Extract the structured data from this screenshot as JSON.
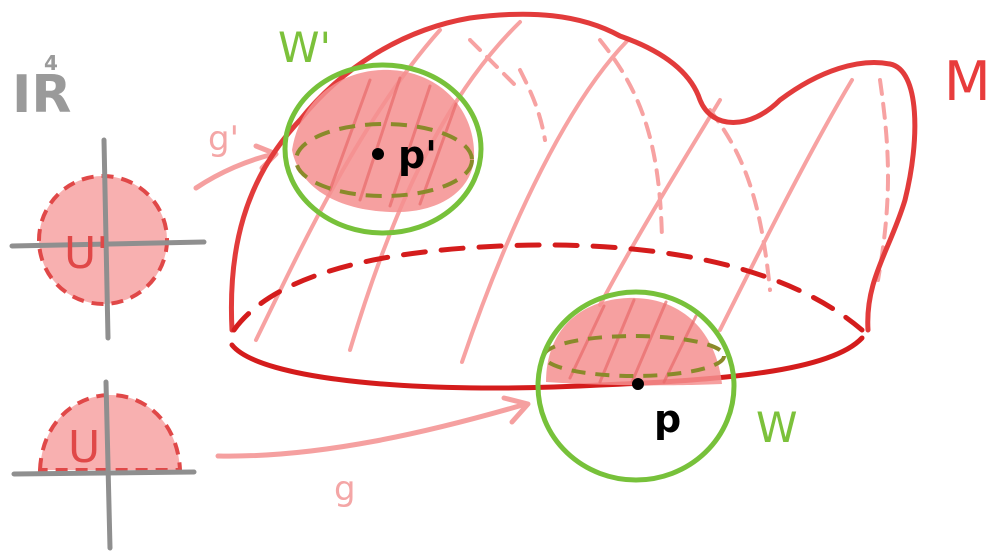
{
  "labels": {
    "space": "IR",
    "space_exponent": "4",
    "chart_interior": "U'",
    "chart_boundary": "U",
    "map_interior": "g'",
    "map_boundary": "g",
    "nbhd_interior": "W'",
    "nbhd_boundary": "W",
    "manifold": "M",
    "point_interior": "p'",
    "point_boundary": "p"
  },
  "colors": {
    "manifold_outline": "#e23b3b",
    "manifold_fill_pink": "#f59a9a",
    "chart_fill": "#f5a3a3",
    "axes": "#8f8f8f",
    "neighborhood": "#77c13a",
    "arrow": "#f5a0a0",
    "point": "#000000"
  }
}
